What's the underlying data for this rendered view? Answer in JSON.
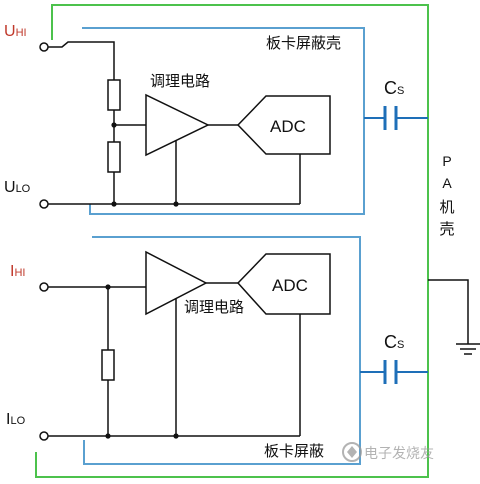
{
  "colors": {
    "outer_case": "#4cc24c",
    "shield": "#5aa0d0",
    "wire": "#111111",
    "capacitor": "#1e6fb8",
    "terminal_label": "#c0392b"
  },
  "top": {
    "terminal_high": {
      "main": "U",
      "sub": "HI"
    },
    "terminal_low": {
      "main": "U",
      "sub": "LO"
    },
    "shield_label": "板卡屏蔽壳",
    "conditioning_label": "调理电路",
    "adc_label": "ADC",
    "capacitor": {
      "main": "C",
      "sub": "S"
    }
  },
  "bottom": {
    "terminal_high": {
      "main": "I",
      "sub": "HI"
    },
    "terminal_low": {
      "main": "I",
      "sub": "LO"
    },
    "shield_label": "板卡屏蔽",
    "conditioning_label": "调理电路",
    "adc_label": "ADC",
    "capacitor": {
      "main": "C",
      "sub": "S"
    }
  },
  "chassis_label": [
    "P",
    "A",
    "机",
    "壳"
  ],
  "watermark": "电子发烧友"
}
